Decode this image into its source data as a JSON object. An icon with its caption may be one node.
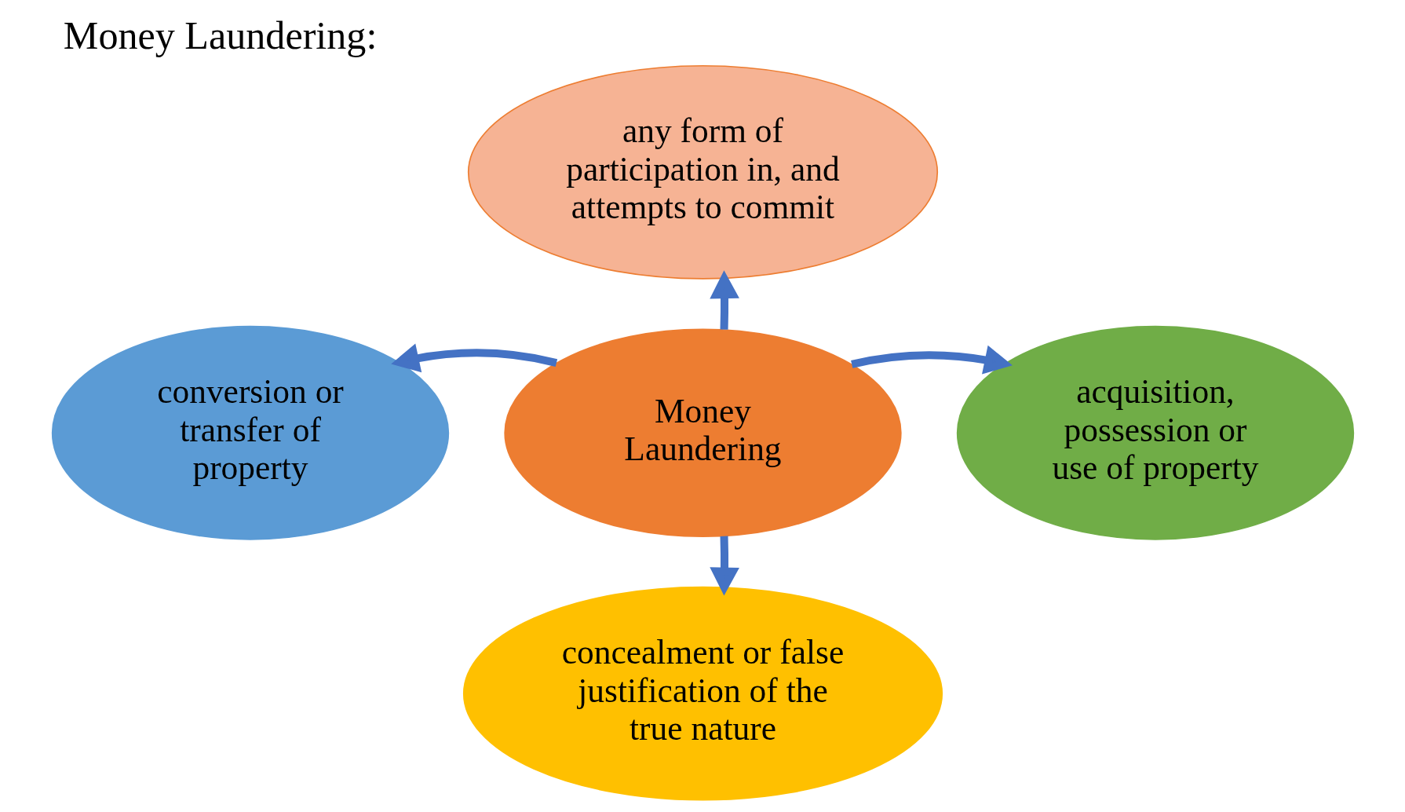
{
  "diagram": {
    "title": "Money Laundering:",
    "nodes": [
      {
        "text": [
          "any form of participation in, and attempts to commit"
        ]
      },
      {
        "text": [
          "conversion or transfer of property"
        ]
      },
      {
        "text": [
          "Money Laundering"
        ]
      },
      {
        "text": [
          "acquisition, possession or use of property"
        ]
      },
      {
        "text": [
          "concealment or false justification of the true nature"
        ]
      }
    ],
    "edges": [
      {
        "from": 2,
        "to": 0,
        "arrow": "to"
      },
      {
        "from": 2,
        "to": 1,
        "arrow": "to"
      },
      {
        "from": 2,
        "to": 3,
        "arrow": "to"
      },
      {
        "from": 2,
        "to": 4,
        "arrow": "to"
      }
    ]
  }
}
